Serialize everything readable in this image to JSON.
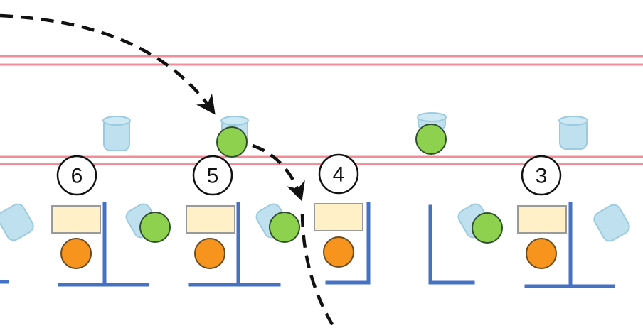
{
  "colors": {
    "rail": "#f28d99",
    "chair": "#bfe0ee",
    "chair_edge": "#9ccbe0",
    "green_person": "#8ed14f",
    "orange_person": "#f7941d",
    "desk": "#fff0c8",
    "desk_edge": "#9a9a9a",
    "partition": "#4472c4",
    "arrow": "#111111"
  },
  "stations": [
    {
      "label": "6"
    },
    {
      "label": "5"
    },
    {
      "label": "4"
    },
    {
      "label": "3"
    }
  ]
}
